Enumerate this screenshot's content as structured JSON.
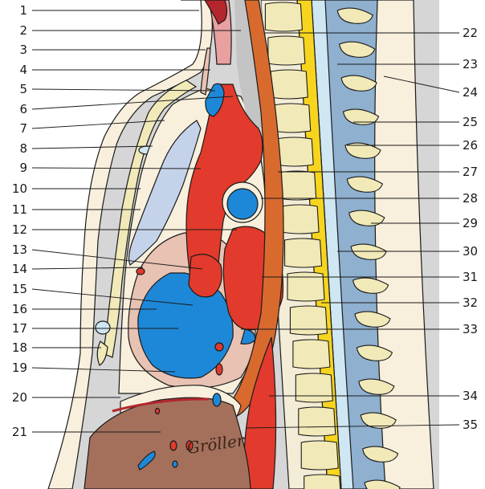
{
  "labels_left": [
    "1",
    "2",
    "3",
    "4",
    "5",
    "6",
    "7",
    "8",
    "9",
    "10",
    "11",
    "12",
    "13",
    "14",
    "15",
    "16",
    "17",
    "18",
    "19",
    "20",
    "21"
  ],
  "labels_right": [
    "22",
    "23",
    "24",
    "25",
    "26",
    "27",
    "28",
    "29",
    "30",
    "31",
    "32",
    "33",
    "34",
    "35"
  ],
  "signature": "Gröller",
  "colors": {
    "background_gray": "#d6d6d6",
    "skin": "#f8efdc",
    "bone": "#f1e9b8",
    "artery_red": "#e23a2c",
    "dark_red": "#b3262c",
    "vein_blue": "#1e88d8",
    "lung_blue": "#c5d3ea",
    "liver_brown": "#a4705c",
    "esophagus_orange": "#d86a2e",
    "spinal_yellow": "#f7d51e",
    "csf_blue": "#cfe6f3",
    "canal_blue": "#8fb0cf",
    "pink": "#e8c2b2"
  }
}
